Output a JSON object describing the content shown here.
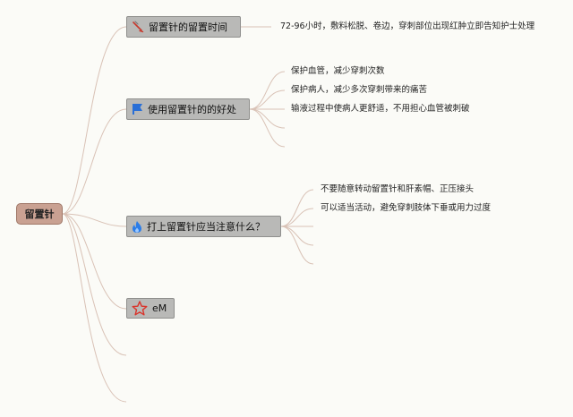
{
  "root": {
    "label": "留置针"
  },
  "topics": [
    {
      "label": "留置针的留置时间",
      "icon": "needle-icon",
      "subs": [
        "72-96小时，敷料松脱、卷边，穿刺部位出现红肿立即告知护士处理"
      ]
    },
    {
      "label": "使用留置针的的好处",
      "icon": "blue-flag-icon",
      "subs": [
        "保护血管，减少穿刺次数",
        "保护病人，减少多次穿刺带来的痛苦",
        "输液过程中使病人更舒适，不用担心血管被刺破"
      ]
    },
    {
      "label": "打上留置针应当注意什么？",
      "icon": "flame-icon",
      "subs": [
        "不要随意转动留置针和肝素帽、正压接头",
        "可以适当活动，避免穿刺肢体下垂或用力过度"
      ]
    },
    {
      "label": "eM",
      "icon": "red-star-outline-icon",
      "subs": []
    }
  ],
  "colors": {
    "connector": "#d9c2b6",
    "root_fill": "#c9a192",
    "topic_fill": "#b9b9b7",
    "flag_blue": "#2a6fd6",
    "flame_blue": "#2b7de9",
    "star_red": "#d9342b"
  }
}
